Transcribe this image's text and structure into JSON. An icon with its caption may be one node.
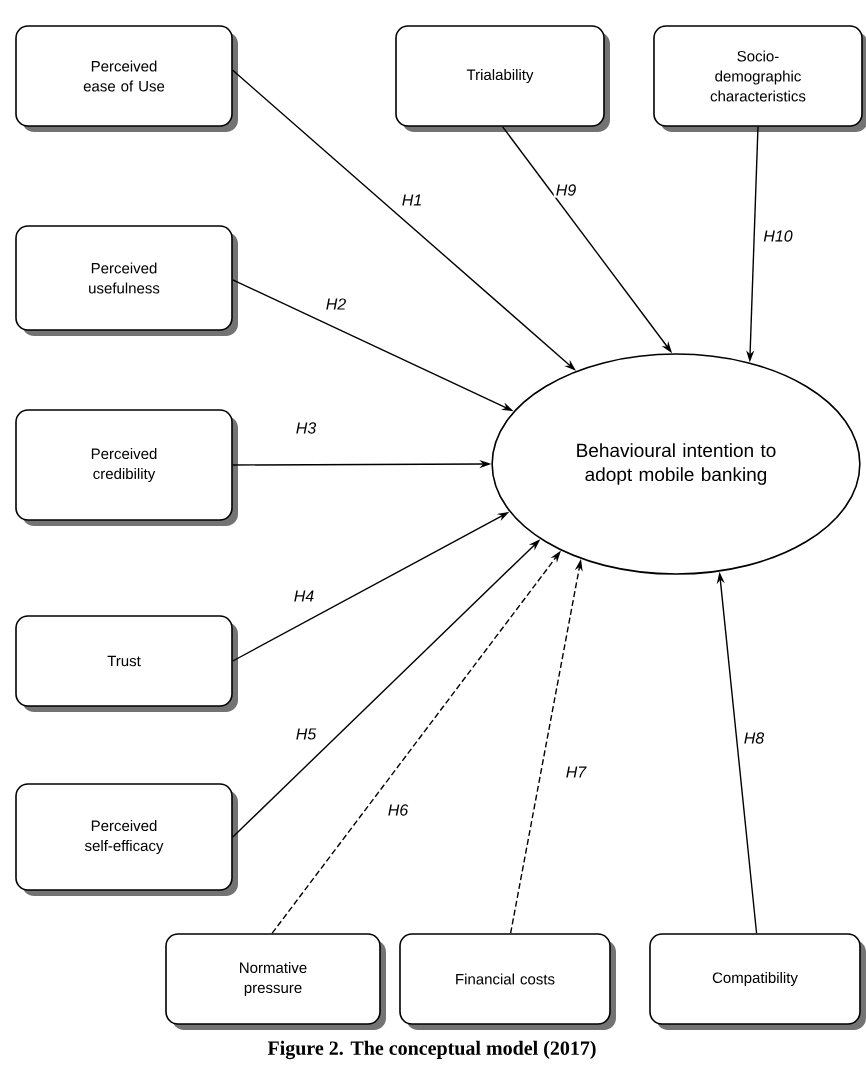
{
  "diagram": {
    "caption": "Figure 2. The conceptual model (2017)",
    "nodes": [
      {
        "text": [
          "Perceived ease of Use"
        ]
      },
      {
        "text": [
          "Trialability"
        ]
      },
      {
        "text": [
          "Socio-demographic characteristics"
        ]
      },
      {
        "text": [
          "Perceived usefulness"
        ]
      },
      {
        "text": [
          "Behavioural intention to adopt mobile banking"
        ]
      },
      {
        "text": [
          "Perceived credibility"
        ]
      },
      {
        "text": [
          "Trust"
        ]
      },
      {
        "text": [
          "Perceived self-efficacy"
        ]
      },
      {
        "text": [
          "Normative pressure"
        ]
      },
      {
        "text": [
          "Financial costs"
        ]
      },
      {
        "text": [
          "Compatibility"
        ]
      }
    ],
    "edges": [
      {
        "from": 0,
        "to": 4,
        "arrow": "to",
        "label": "H1"
      },
      {
        "from": 3,
        "to": 4,
        "arrow": "to",
        "label": "H2"
      },
      {
        "from": 5,
        "to": 4,
        "arrow": "to",
        "label": "H3"
      },
      {
        "from": 6,
        "to": 4,
        "arrow": "to",
        "label": "H4"
      },
      {
        "from": 7,
        "to": 4,
        "arrow": "to",
        "label": "H5"
      },
      {
        "from": 8,
        "to": 4,
        "arrow": "to",
        "label": "H6",
        "style": "dashed"
      },
      {
        "from": 9,
        "to": 4,
        "arrow": "to",
        "label": "H7",
        "style": "dashed"
      },
      {
        "from": 10,
        "to": 4,
        "arrow": "to",
        "label": "H8"
      },
      {
        "from": 1,
        "to": 4,
        "arrow": "to",
        "label": "H9"
      },
      {
        "from": 2,
        "to": 4,
        "arrow": "to",
        "label": "H10"
      }
    ]
  }
}
